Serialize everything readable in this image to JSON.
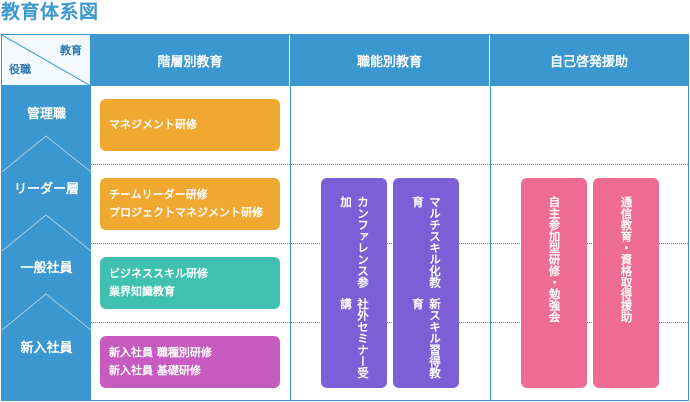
{
  "title": "教育体系図",
  "header": {
    "corner_top": "教育",
    "corner_bottom": "役職",
    "col1": "階層別教育",
    "col2": "職能別教育",
    "col3": "自己啓発援助"
  },
  "roles": [
    "管理職",
    "リーダー層",
    "一般社員",
    "新入社員"
  ],
  "hierarchy_boxes": [
    {
      "line1": "マネジメント研修",
      "line2": "",
      "color": "#f0a830"
    },
    {
      "line1": "チームリーダー研修",
      "line2": "プロジェクトマネジメント研修",
      "color": "#f0a830"
    },
    {
      "line1": "ビジネススキル研修",
      "line2": "業界知識教育",
      "color": "#3fc0b0"
    },
    {
      "line1": "新入社員 職種別研修",
      "line2": "新入社員 基礎研修",
      "color": "#c75bbf"
    }
  ],
  "functional_boxes": [
    {
      "line1": "カンファレンス参加",
      "line2": "社外セミナー受講",
      "color": "#7b5fd6"
    },
    {
      "line1": "マルチスキル化教育",
      "line2": "新スキル習得教育",
      "color": "#7b5fd6"
    }
  ],
  "self_dev_boxes": [
    {
      "line1": "自主参加型研修・勉強会",
      "line2": "",
      "color": "#ee6b93"
    },
    {
      "line1": "通信教育・資格取得援助",
      "line2": "",
      "color": "#ee6b93"
    }
  ],
  "colors": {
    "accent": "#3b97cf",
    "orange": "#f0a830",
    "teal": "#3fc0b0",
    "magenta": "#c75bbf",
    "purple": "#7b5fd6",
    "pink": "#ee6b93"
  }
}
